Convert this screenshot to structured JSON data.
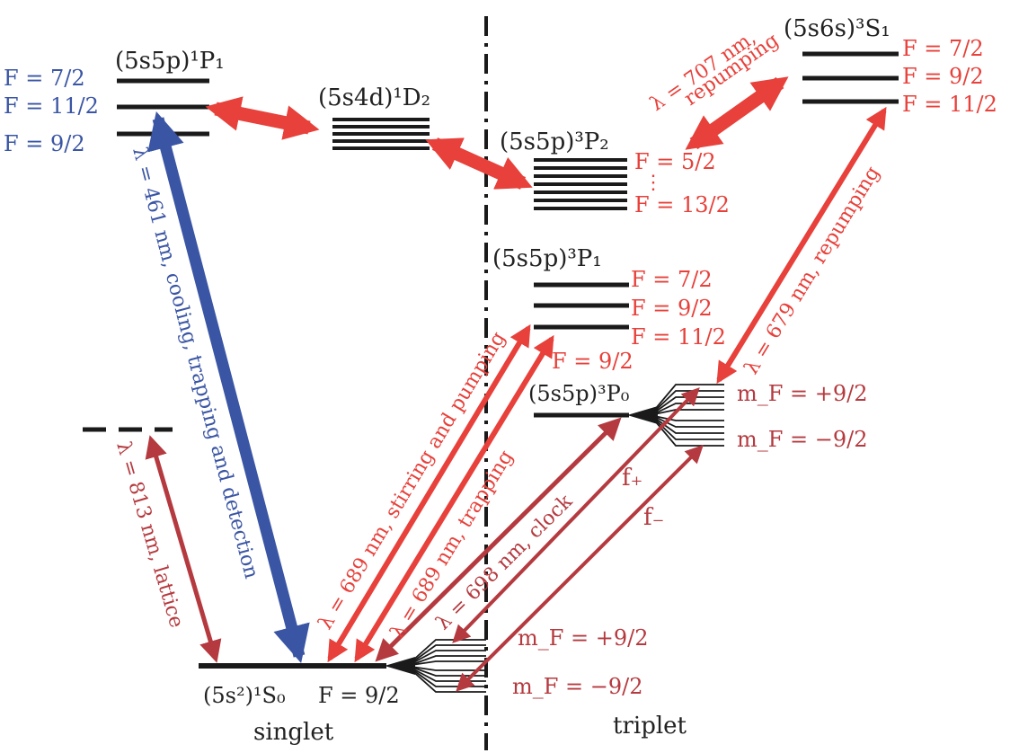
{
  "colors": {
    "level": "#1a1a1a",
    "blue": "#3a55a4",
    "red": "#e8403a",
    "dark_red": "#b53a3f"
  },
  "sections": {
    "singlet": "singlet",
    "triplet": "triplet"
  },
  "states": {
    "p1_singlet": "(5s5p)¹P₁",
    "d2": "(5s4d)¹D₂",
    "p2_triplet": "(5s5p)³P₂",
    "s1_triplet": "(5s6s)³S₁",
    "p1_triplet": "(5s5p)³P₁",
    "p0_triplet": "(5s5p)³P₀",
    "s0": "(5s²)¹S₀"
  },
  "f_labels": {
    "p1_singlet": [
      "F = 7/2",
      "F = 11/2",
      "F = 9/2"
    ],
    "s1_triplet": [
      "F = 7/2",
      "F = 9/2",
      "F = 11/2"
    ],
    "p2_triplet": [
      "F = 5/2",
      "F = 13/2"
    ],
    "p2_ellipsis": "⋮",
    "p1_triplet": [
      "F = 7/2",
      "F = 9/2",
      "F = 11/2"
    ],
    "s0": "F = 9/2",
    "pumping_target": "F = 9/2"
  },
  "mf_labels": {
    "p0_top": "m_F = +9/2",
    "p0_bottom": "m_F = −9/2",
    "s0_top": "m_F = +9/2",
    "s0_bottom": "m_F = −9/2"
  },
  "transitions": {
    "blue_461": "λ = 461 nm, cooling, trapping and detection",
    "lattice_813": "λ = 813 nm, lattice",
    "stirring_689": "λ = 689 nm, stirring and pumping",
    "trapping_689": "λ = 689 nm, trapping",
    "clock_698": "λ = 698 nm, clock",
    "repump_679": "λ = 679 nm, repumping",
    "repump_707_a": "λ = 707 nm,",
    "repump_707_b": "repumping",
    "f_plus": "f₊",
    "f_minus": "f₋"
  }
}
